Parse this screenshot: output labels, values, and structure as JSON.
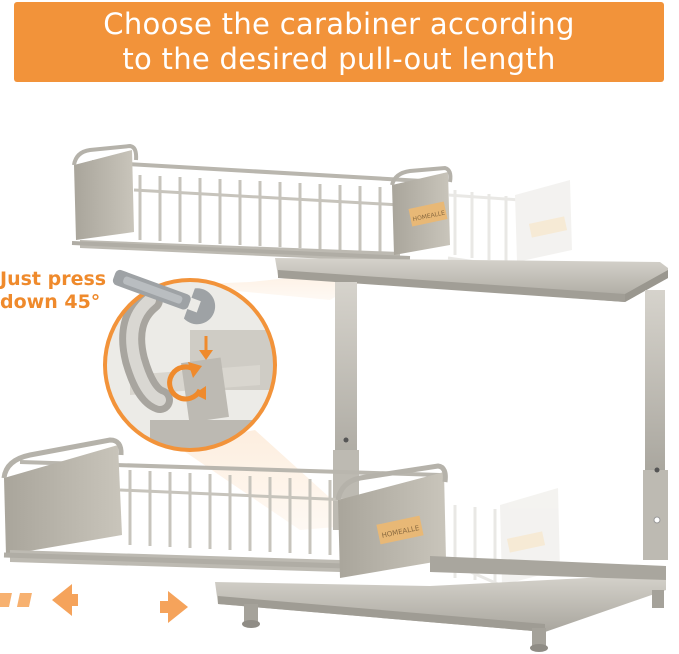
{
  "banner": {
    "line1": "Choose the carabiner according",
    "line2": "to the desired pull-out length",
    "color": "#f2933a"
  },
  "callout": {
    "line1": "Just press",
    "line2": "down 45°",
    "color": "#ef8a2c"
  },
  "labels": {
    "brand": "HOMEALLE"
  },
  "icons": [
    "wrench-icon",
    "rotate-arrow-icon",
    "double-arrow-icon"
  ]
}
